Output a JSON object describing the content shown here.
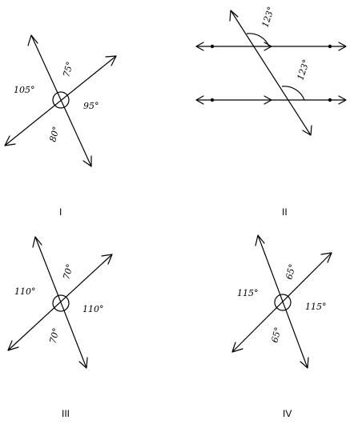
{
  "figures": [
    {
      "label": "I",
      "angles": [
        "105°",
        "75°",
        "95°",
        "80°"
      ]
    },
    {
      "label": "II",
      "angles": [
        "123°",
        "123°"
      ]
    },
    {
      "label": "III",
      "angles": [
        "110°",
        "70°",
        "110°",
        "70°"
      ]
    },
    {
      "label": "IV",
      "angles": [
        "115°",
        "65°",
        "115°",
        "65°"
      ]
    }
  ]
}
